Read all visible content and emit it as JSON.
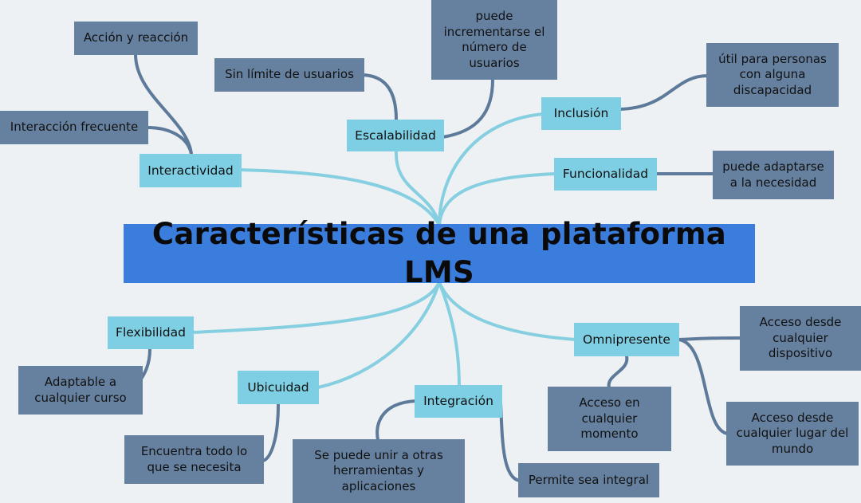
{
  "central": {
    "label": "Características de una plataforma LMS"
  },
  "branches": {
    "interactividad": {
      "label": "Interactividad",
      "children": [
        "Acción y reacción",
        "Interacción frecuente"
      ]
    },
    "escalabilidad": {
      "label": "Escalabilidad",
      "children": [
        "Sin límite de usuarios",
        "puede\nincrementarse el\nnúmero de\nusuarios"
      ]
    },
    "inclusion": {
      "label": "Inclusión",
      "children": [
        "útil para personas\ncon alguna\ndiscapacidad"
      ]
    },
    "funcionalidad": {
      "label": "Funcionalidad",
      "children": [
        "puede adaptarse\na la necesidad"
      ]
    },
    "flexibilidad": {
      "label": "Flexibilidad",
      "children": [
        "Adaptable a\ncualquier curso"
      ]
    },
    "ubicuidad": {
      "label": "Ubicuidad",
      "children": [
        "Encuentra todo lo\nque se necesita"
      ]
    },
    "integracion": {
      "label": "Integración",
      "children": [
        "Se puede unir a otras\nherramientas y\naplicaciones",
        "Permite sea integral"
      ]
    },
    "omnipresente": {
      "label": "Omnipresente",
      "children": [
        "Acceso desde\ncualquier\ndispositivo",
        "Acceso en\ncualquier\nmomento",
        "Acceso desde\ncualquier lugar del\nmundo"
      ]
    }
  },
  "colors": {
    "background": "#eef1f3",
    "central": "#3b7ddd",
    "branch": "#7ecfe3",
    "leaf": "#66819f",
    "main_line": "#86cfe1",
    "sub_line": "#5d7a9a"
  }
}
